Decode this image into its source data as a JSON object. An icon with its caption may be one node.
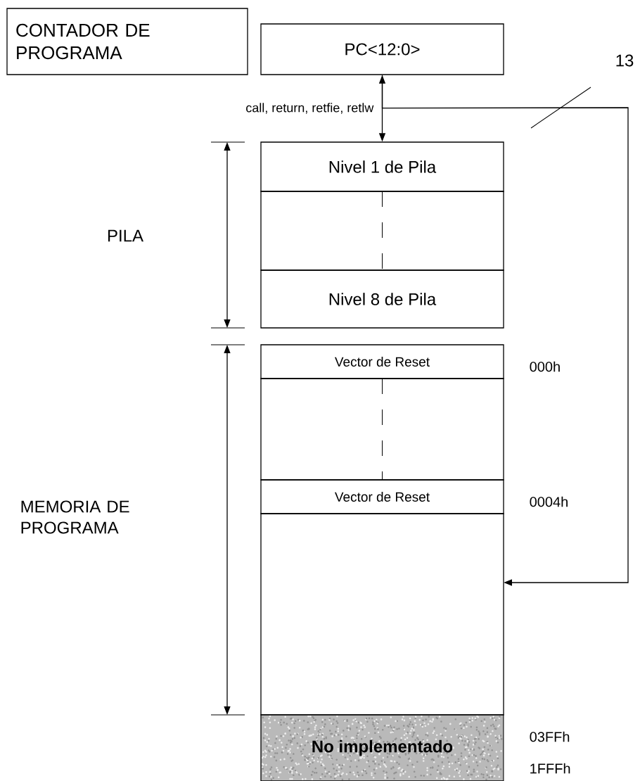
{
  "diagram": {
    "nodes": [
      {
        "text": [
          "CONTADOR DE PROGRAMA"
        ]
      },
      {
        "text": [
          "PC<12:0>"
        ]
      },
      {
        "text": [
          "Nivel 1 de Pila"
        ]
      },
      {
        "text": [],
        "shape": "box"
      },
      {
        "text": [
          "Nivel 8 de Pila"
        ]
      },
      {
        "text": [
          "Vector de Reset"
        ]
      },
      {
        "text": [],
        "shape": "box"
      },
      {
        "text": [
          "Vector de Reset"
        ]
      },
      {
        "text": [],
        "shape": "box"
      },
      {
        "text": [
          "No implementado"
        ]
      }
    ],
    "edges": [
      {
        "from": 1,
        "to": 2,
        "arrow": "both",
        "label": "call, return, retfie, retlw"
      },
      {
        "from": 1,
        "to": 8,
        "arrow": "to",
        "label": "13"
      }
    ],
    "labels": [
      "PILA",
      "MEMORIA DE PROGRAMA",
      "000h",
      "0004h",
      "03FFh",
      "1FFFh"
    ]
  }
}
